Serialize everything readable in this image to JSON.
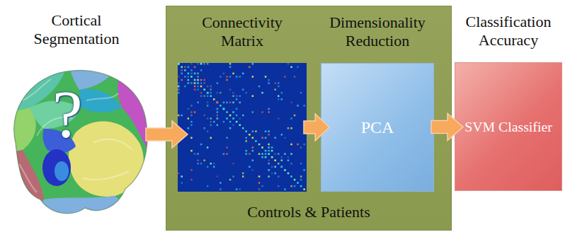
{
  "diagram": {
    "nodes": [
      {
        "text": [
          "Cortical Segmentation",
          "?"
        ]
      },
      {
        "text": [
          "Controls & Patients"
        ]
      },
      {
        "text": [
          "Connectivity Matrix"
        ],
        "in": 1
      },
      {
        "text": [
          "Dimensionality Reduction",
          "PCA"
        ],
        "in": 1
      },
      {
        "text": [
          "Classification Accuracy",
          "SVM Classifier"
        ]
      }
    ],
    "edges": [
      {
        "from": 0,
        "to": 2,
        "arrow": "to"
      },
      {
        "from": 2,
        "to": 3,
        "arrow": "to"
      },
      {
        "from": 3,
        "to": 4,
        "arrow": "to"
      }
    ]
  }
}
